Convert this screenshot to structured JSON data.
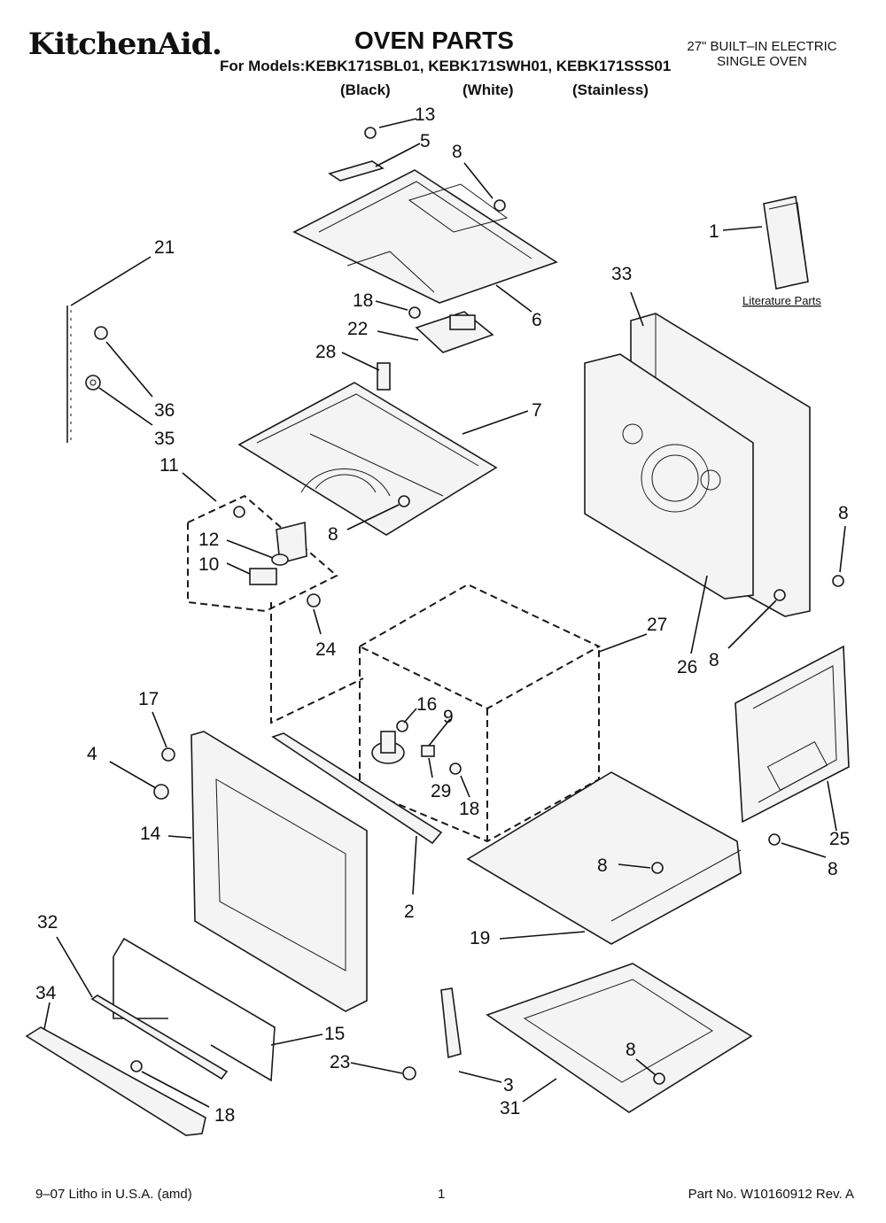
{
  "header": {
    "brand": "KitchenAid.",
    "title": "OVEN PARTS",
    "models_line": "For Models:KEBK171SBL01, KEBK171SWH01, KEBK171SSS01",
    "variants": [
      "(Black)",
      "(White)",
      "(Stainless)"
    ],
    "oven_type_line1": "27\" BUILT–IN ELECTRIC",
    "oven_type_line2": "SINGLE OVEN"
  },
  "diagram": {
    "literature_label": "Literature Parts",
    "callouts": [
      "1",
      "2",
      "3",
      "4",
      "5",
      "6",
      "7",
      "8",
      "8",
      "8",
      "8",
      "8",
      "8",
      "8",
      "9",
      "10",
      "11",
      "12",
      "13",
      "14",
      "15",
      "16",
      "17",
      "18",
      "18",
      "18",
      "19",
      "21",
      "22",
      "23",
      "24",
      "25",
      "26",
      "27",
      "28",
      "29",
      "31",
      "32",
      "33",
      "34",
      "35",
      "36"
    ]
  },
  "footer": {
    "litho": "9–07 Litho in U.S.A. (amd)",
    "page": "1",
    "part_no": "Part No. W10160912 Rev. A"
  }
}
